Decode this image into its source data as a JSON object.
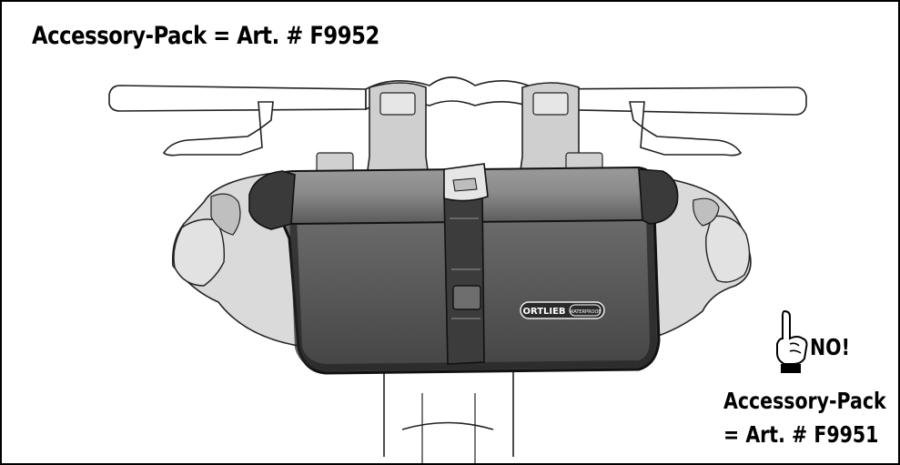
{
  "title": "Accessory-Pack = Art. # F9952",
  "warning": {
    "label": "NO!",
    "icon": "pointing-finger-icon"
  },
  "alternative": {
    "line1": "Accessory-Pack",
    "line2": "= Art. # F9951"
  },
  "bag": {
    "brand": "ORTLIEB",
    "badge": "WATERPROOF"
  },
  "colors": {
    "bag_body": "#5f5f5f",
    "roll_closure": "#888888",
    "accessory_pack": "#d8d8d8",
    "handlebar": "#ffffff",
    "outline": "#000000"
  }
}
